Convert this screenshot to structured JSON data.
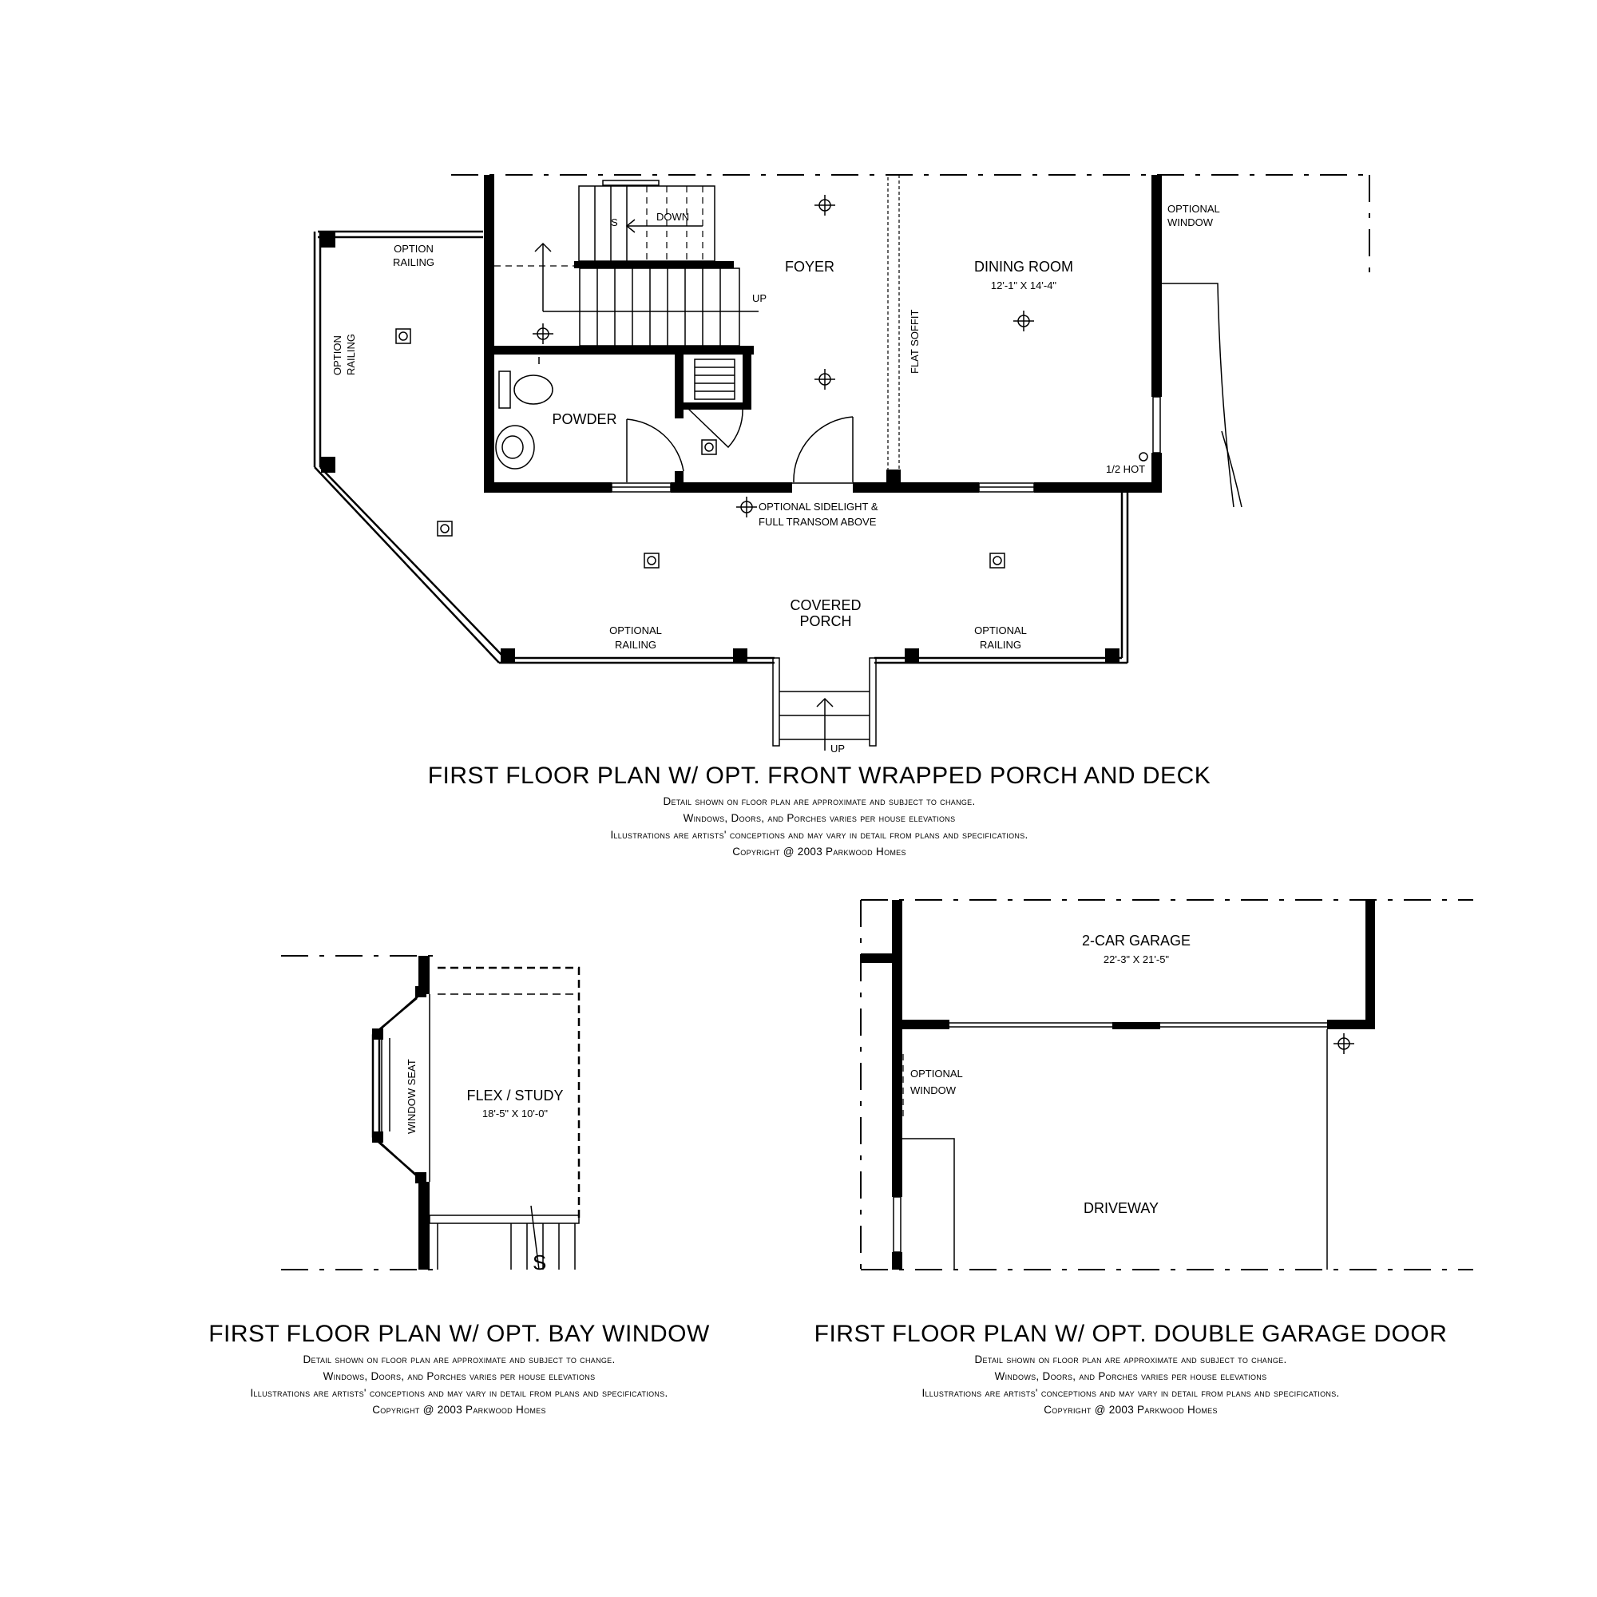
{
  "plan1": {
    "title": "FIRST FLOOR PLAN W/ OPT. FRONT WRAPPED PORCH AND DECK",
    "rooms": {
      "foyer": "FOYER",
      "dining": "DINING ROOM",
      "dining_dim": "12'-1\" X 14'-4\"",
      "powder": "POWDER",
      "porch_1": "COVERED",
      "porch_2": "PORCH"
    },
    "labels": {
      "down": "DOWN",
      "up_stair": "UP",
      "up_steps": "UP",
      "opt_window_1": "OPTIONAL",
      "opt_window_2": "WINDOW",
      "option_railing_top_1": "OPTION",
      "option_railing_top_2": "RAILING",
      "option_railing_side_1": "OPTION",
      "option_railing_side_2": "RAILING",
      "flat_soffit": "FLAT SOFFIT",
      "half_hot": "1/2 HOT",
      "sidelight_1": "OPTIONAL SIDELIGHT &",
      "sidelight_2": "FULL TRANSOM ABOVE",
      "railing_left_1": "OPTIONAL",
      "railing_left_2": "RAILING",
      "railing_right_1": "OPTIONAL",
      "railing_right_2": "RAILING"
    }
  },
  "plan2": {
    "title": "FIRST FLOOR PLAN W/ OPT. BAY WINDOW",
    "room": "FLEX / STUDY",
    "dim": "18'-5\" X 10'-0\"",
    "window_seat": "WINDOW SEAT"
  },
  "plan3": {
    "title": "FIRST FLOOR PLAN W/ OPT. DOUBLE GARAGE DOOR",
    "room": "2-CAR GARAGE",
    "dim": "22'-3\" X 21'-5\"",
    "opt_window_1": "OPTIONAL",
    "opt_window_2": "WINDOW",
    "driveway": "DRIVEWAY"
  },
  "disclaimer": {
    "line1": "Detail shown on floor plan are approximate and subject to change.",
    "line2": "Windows, Doors, and Porches varies per house elevations",
    "line3": "Illustrations are artists' conceptions and may vary in detail from plans and specifications.",
    "line4": "Copyright @ 2003 Parkwood Homes"
  }
}
